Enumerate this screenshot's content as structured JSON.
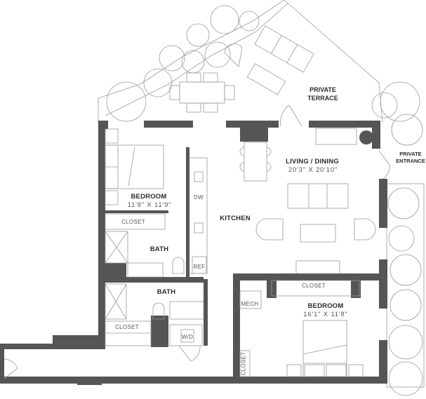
{
  "plan": {
    "wall_color": "#555555",
    "line_color": "#9a9a9a",
    "background": "#ffffff"
  },
  "rooms": {
    "bedroom1": {
      "name": "BEDROOM",
      "dims": "11'8\" X 11'9\""
    },
    "bedroom2": {
      "name": "BEDROOM",
      "dims": "16'1\" X 11'8\""
    },
    "living": {
      "name": "LIVING / DINING",
      "dims": "20'3\" X 20'10\""
    },
    "kitchen": {
      "name": "KITCHEN"
    },
    "bath1": {
      "name": "BATH"
    },
    "bath2": {
      "name": "BATH"
    }
  },
  "fixtures": {
    "closet_bed1": "CLOSET",
    "closet_bed2": "CLOSET",
    "closet_hall": "CLOSET",
    "closet_vertical": "CLOSET",
    "mech": "MECH",
    "dw": "DW",
    "ref": "REF",
    "wd": "W/D"
  },
  "outdoor": {
    "terrace_line1": "PRIVATE",
    "terrace_line2": "TERRACE",
    "entrance_line1": "PRIVATE",
    "entrance_line2": "ENTRANCE"
  }
}
